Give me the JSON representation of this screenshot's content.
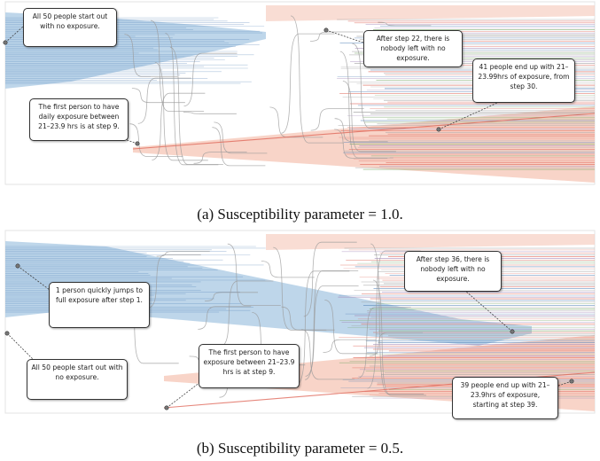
{
  "figure": {
    "panels": [
      {
        "id": "a",
        "caption": "(a) Susceptibility parameter = 1.0.",
        "annotations": [
          {
            "id": "start",
            "text": "All 50 people start out with no exposure."
          },
          {
            "id": "empty",
            "text": "After step 22, there is nobody left with no exposure."
          },
          {
            "id": "first",
            "text": "The first person to have daily exposure between 21–23.9 hrs is at step 9."
          },
          {
            "id": "end",
            "text": "41 people end up with 21–23.99hrs of exposure, from step 30."
          }
        ]
      },
      {
        "id": "b",
        "caption": "(b) Susceptibility parameter = 0.5.",
        "annotations": [
          {
            "id": "jump",
            "text": "1 person quickly jumps to full exposure after step 1."
          },
          {
            "id": "empty",
            "text": "After step 36, there is nobody left with no exposure."
          },
          {
            "id": "start",
            "text": "All 50 people start out with no exposure."
          },
          {
            "id": "first",
            "text": "The first person to have exposure between 21–23.9 hrs is at step 9."
          },
          {
            "id": "end",
            "text": "39 people end up with 21–23.9hrs of exposure, starting at step 39."
          }
        ]
      }
    ],
    "colors": {
      "no_exposure_band": "#b3cfe6",
      "full_exposure_band": "#f7cfc2",
      "line_red": "#e06a5c",
      "line_blue": "#4f7fb6",
      "line_grey": "#9a9a9a",
      "line_green": "#7aa86a",
      "line_purple": "#9f83b5"
    }
  }
}
